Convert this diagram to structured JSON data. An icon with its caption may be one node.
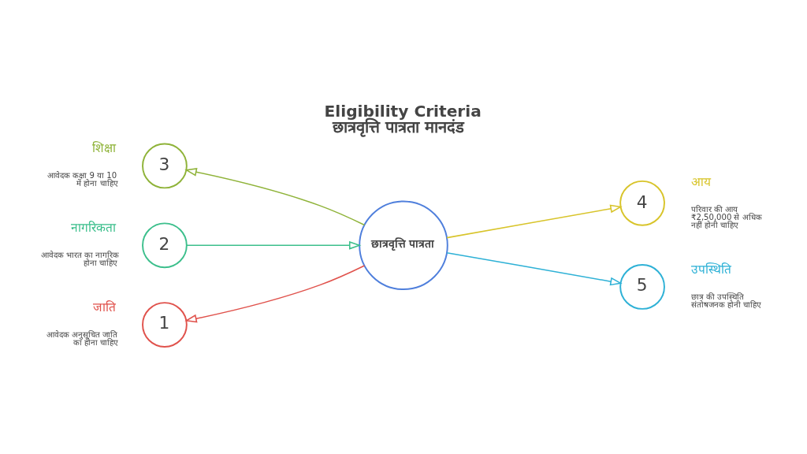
{
  "diagram": {
    "title": "Eligibility Criteria छात्रवृत्ति पात्रता मानदंड",
    "nodes": [
      {
        "text": [
          "3"
        ],
        "beside": [
          "शिक्षा",
          "आवेदक कक्षा 9 या 10 में होना चाहिए"
        ]
      },
      {
        "text": [
          "2"
        ],
        "beside": [
          "नागरिकता",
          "आवेदक भारत का नागरिक होना चाहिए"
        ]
      },
      {
        "text": [
          "1"
        ],
        "beside": [
          "जाति",
          "आवेदक अनुसूचित जाति का होना चाहिए"
        ]
      },
      {
        "text": [
          "छात्रवृत्ति पात्रता"
        ]
      },
      {
        "text": [
          "4"
        ],
        "beside": [
          "आय",
          "परिवार की आय ₹2,50,000 से अधिक नहीं होनी चाहिए"
        ]
      },
      {
        "text": [
          "5"
        ],
        "beside": [
          "उपस्थिति",
          "छात्र की उपस्थिति संतोषजनक होनी चाहिए"
        ]
      }
    ],
    "edges": [
      {
        "from": 3,
        "to": 0,
        "arrow": "to",
        "color": "#8fb339"
      },
      {
        "from": 1,
        "to": 3,
        "arrow": "to",
        "color": "#3cbf8c"
      },
      {
        "from": 3,
        "to": 2,
        "arrow": "to",
        "color": "#e0524c"
      },
      {
        "from": 3,
        "to": 4,
        "arrow": "to",
        "color": "#d8c42a"
      },
      {
        "from": 3,
        "to": 5,
        "arrow": "to",
        "color": "#2eb1d6"
      }
    ]
  }
}
